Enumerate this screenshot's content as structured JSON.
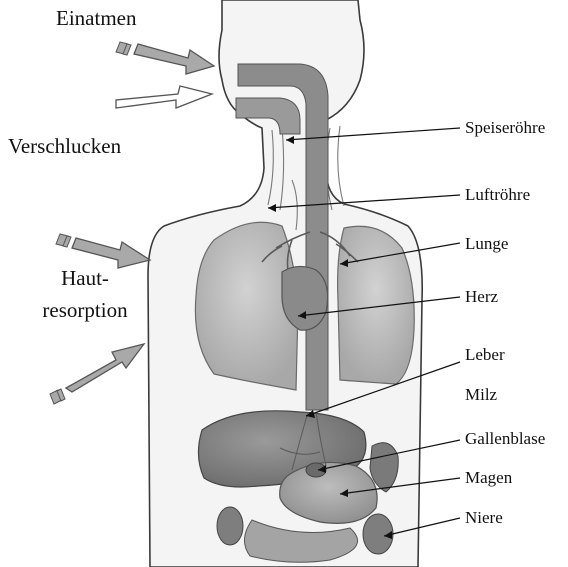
{
  "routes": {
    "inhale": "Einatmen",
    "swallow": "Verschlucken",
    "skin_line1": "Haut-",
    "skin_line2": "resorption"
  },
  "organs": {
    "esophagus": "Speiseröhre",
    "trachea": "Luftröhre",
    "lung": "Lunge",
    "heart": "Herz",
    "liver": "Leber",
    "spleen": "Milz",
    "gallbladder": "Gallenblase",
    "stomach": "Magen",
    "kidney": "Niere"
  },
  "colors": {
    "arrow_fill": "#a9a9a9",
    "arrow_stroke": "#555555",
    "organ_dark": "#6f6f6f",
    "organ_mid": "#9a9a9a",
    "organ_light": "#c4c4c4",
    "body_fill": "#f4f4f4",
    "outline": "#3a3a3a"
  }
}
